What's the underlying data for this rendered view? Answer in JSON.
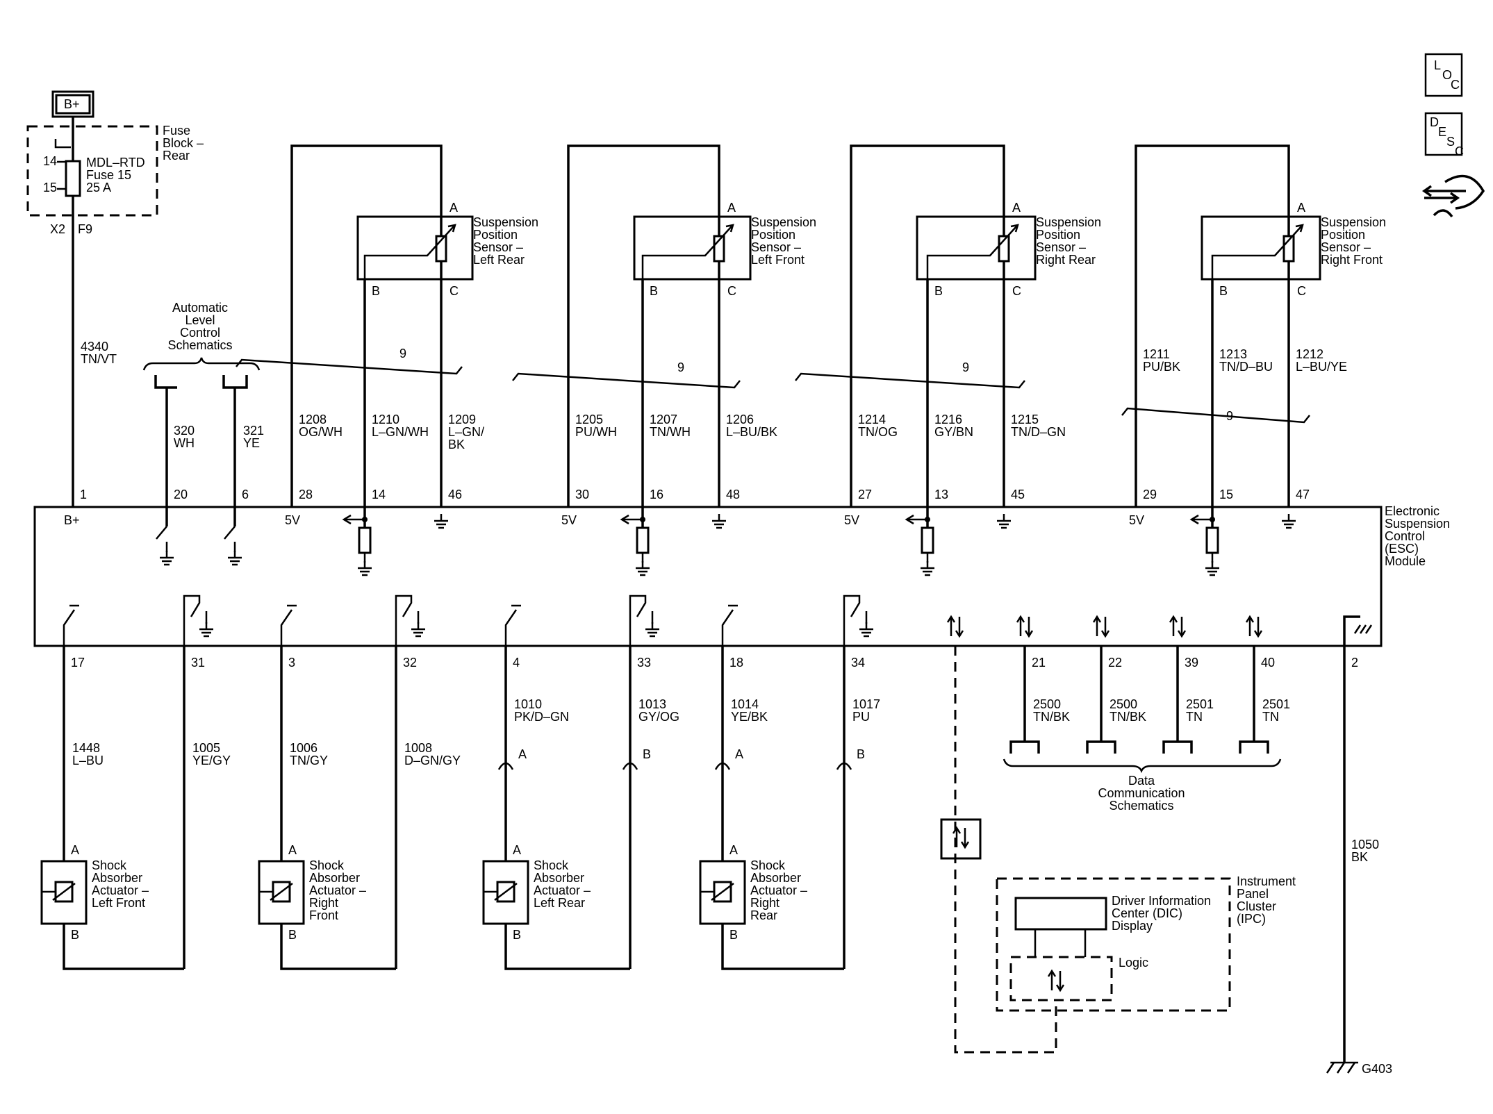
{
  "icons": {
    "loc": [
      "L",
      "O",
      "C"
    ],
    "desc": [
      "D",
      "E",
      "S",
      "C"
    ]
  },
  "power": {
    "label": "B+",
    "fuse_block": [
      "Fuse",
      "Block –",
      "Rear"
    ],
    "fuse": [
      "MDL–RTD",
      "Fuse 15",
      "25 A"
    ],
    "fuse_pins": [
      "14",
      "15"
    ],
    "connectors": [
      "X2",
      "F9"
    ],
    "wire": [
      "4340",
      "TN/VT"
    ]
  },
  "alc": {
    "title": [
      "Automatic",
      "Level",
      "Control",
      "Schematics"
    ],
    "wires": [
      [
        "320",
        "WH"
      ],
      [
        "321",
        "YE"
      ]
    ]
  },
  "sensors": [
    {
      "name": [
        "Suspension",
        "Position",
        "Sensor –",
        "Left Rear"
      ],
      "wires": [
        [
          "1208",
          "OG/WH"
        ],
        [
          "1210",
          "L–GN/WH"
        ],
        [
          "1209",
          "L–GN/",
          "BK"
        ]
      ],
      "pins": [
        "28",
        "14",
        "46"
      ],
      "twist": "9"
    },
    {
      "name": [
        "Suspension",
        "Position",
        "Sensor –",
        "Left Front"
      ],
      "wires": [
        [
          "1205",
          "PU/WH"
        ],
        [
          "1207",
          "TN/WH"
        ],
        [
          "1206",
          "L–BU/BK"
        ]
      ],
      "pins": [
        "30",
        "16",
        "48"
      ],
      "twist": "9"
    },
    {
      "name": [
        "Suspension",
        "Position",
        "Sensor –",
        "Right Rear"
      ],
      "wires": [
        [
          "1214",
          "TN/OG"
        ],
        [
          "1216",
          "GY/BN"
        ],
        [
          "1215",
          "TN/D–GN"
        ]
      ],
      "pins": [
        "27",
        "13",
        "45"
      ],
      "twist": "9"
    },
    {
      "name": [
        "Suspension",
        "Position",
        "Sensor –",
        "Right Front"
      ],
      "wires": [
        [
          "1211",
          "PU/BK"
        ],
        [
          "1213",
          "TN/D–BU"
        ],
        [
          "1212",
          "L–BU/YE"
        ]
      ],
      "pins": [
        "29",
        "15",
        "47"
      ],
      "twist": "9"
    }
  ],
  "sensor_terminals": [
    "A",
    "B",
    "C"
  ],
  "module": {
    "name": [
      "Electronic",
      "Suspension",
      "Control",
      "(ESC)",
      "Module"
    ],
    "bplus": "B+",
    "v5": "5V",
    "top_pins": [
      "1",
      "20",
      "6"
    ]
  },
  "actuators": [
    {
      "name": [
        "Shock",
        "Absorber",
        "Actuator –",
        "Left Front"
      ],
      "pins": [
        "17",
        "31"
      ],
      "wires": [
        [
          "1448",
          "L–BU"
        ],
        [
          "1005",
          "YE/GY"
        ]
      ]
    },
    {
      "name": [
        "Shock",
        "Absorber",
        "Actuator –",
        "Right",
        "Front"
      ],
      "pins": [
        "3",
        "32"
      ],
      "wires": [
        [
          "1006",
          "TN/GY"
        ],
        [
          "1008",
          "D–GN/GY"
        ]
      ]
    },
    {
      "name": [
        "Shock",
        "Absorber",
        "Actuator –",
        "Left Rear"
      ],
      "pins": [
        "4",
        "33"
      ],
      "wires": [
        [
          "1010",
          "PK/D–GN"
        ],
        [
          "1013",
          "GY/OG"
        ]
      ]
    },
    {
      "name": [
        "Shock",
        "Absorber",
        "Actuator –",
        "Right",
        "Rear"
      ],
      "pins": [
        "18",
        "34"
      ],
      "wires": [
        [
          "1014",
          "YE/BK"
        ],
        [
          "1017",
          "PU"
        ]
      ]
    }
  ],
  "actuator_terminals": [
    "A",
    "B"
  ],
  "data_comm": {
    "pins": [
      "21",
      "22",
      "39",
      "40"
    ],
    "wires": [
      [
        "2500",
        "TN/BK"
      ],
      [
        "2500",
        "TN/BK"
      ],
      [
        "2501",
        "TN"
      ],
      [
        "2501",
        "TN"
      ]
    ],
    "title": [
      "Data",
      "Communication",
      "Schematics"
    ]
  },
  "ground": {
    "pin": "2",
    "wire": [
      "1050",
      "BK"
    ],
    "label": "G403"
  },
  "ipc": {
    "name": [
      "Instrument",
      "Panel",
      "Cluster",
      "(IPC)"
    ],
    "dic": [
      "Driver Information",
      "Center (DIC)",
      "Display"
    ],
    "logic": "Logic"
  }
}
